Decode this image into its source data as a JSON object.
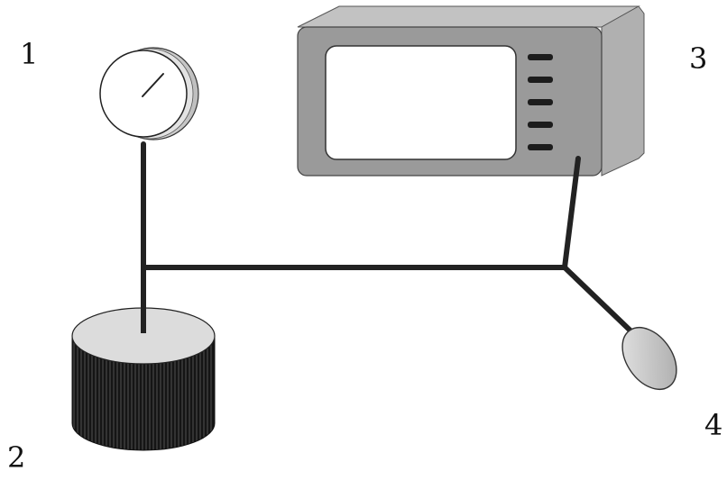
{
  "labels": {
    "gauge": "1",
    "cylinder": "2",
    "monitor": "3",
    "sensor": "4"
  },
  "colors": {
    "line": "#222222",
    "monitor_body": "#9a9a9a",
    "monitor_side": "#b5b5b5",
    "screen": "#ffffff",
    "cylinder_top": "#dcdcdc",
    "cylinder_body": "#1a1a1a",
    "sensor_fill": "#c8c8c8",
    "gauge_face": "#ffffff"
  },
  "monitor": {
    "indicator_count": 5
  }
}
